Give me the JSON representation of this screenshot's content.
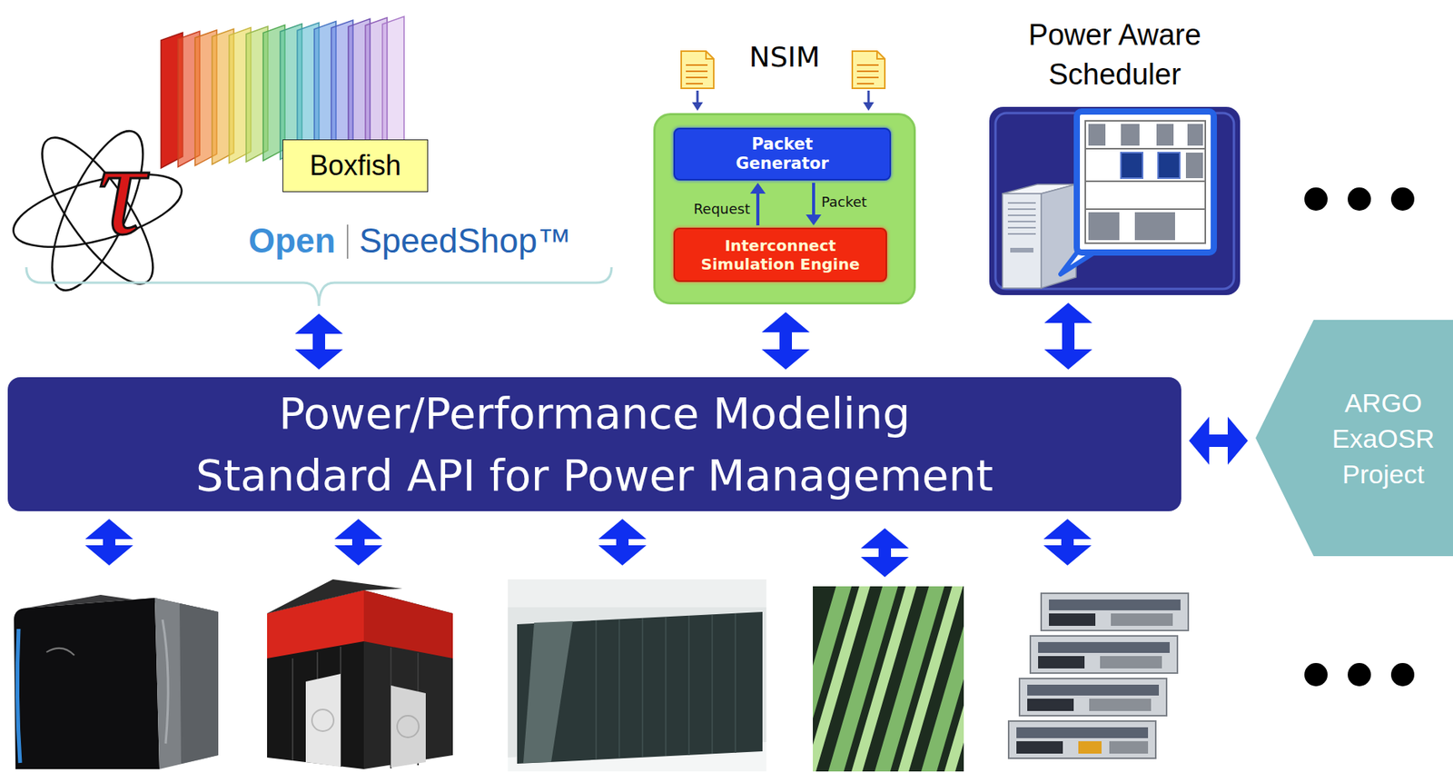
{
  "diagram": {
    "nodes": [
      {
        "text": [
          "Boxfish"
        ]
      },
      {
        "text": [
          "NSIM"
        ]
      },
      {
        "text": [
          "Packet Generator"
        ],
        "in": 1
      },
      {
        "text": [
          "Interconnect Simulation Engine"
        ],
        "in": 1
      },
      {
        "text": [
          "Power Aware Scheduler"
        ]
      },
      {
        "text": [
          "Power/Performance Modeling",
          "Standard API for Power Management"
        ]
      },
      {
        "text": [
          "ARGO ExaOSR Project"
        ]
      }
    ],
    "edges": [
      {
        "from": 3,
        "to": 2,
        "label": "Request",
        "arrow": "to"
      },
      {
        "from": 2,
        "to": 3,
        "label": "Packet",
        "arrow": "to"
      },
      {
        "from": 5,
        "to": 1,
        "arrow": "both"
      },
      {
        "from": 5,
        "to": 4,
        "arrow": "both"
      },
      {
        "from": 5,
        "to": 6,
        "arrow": "both"
      }
    ],
    "labels": [
      "τ",
      "Open",
      "SpeedShop™"
    ]
  }
}
